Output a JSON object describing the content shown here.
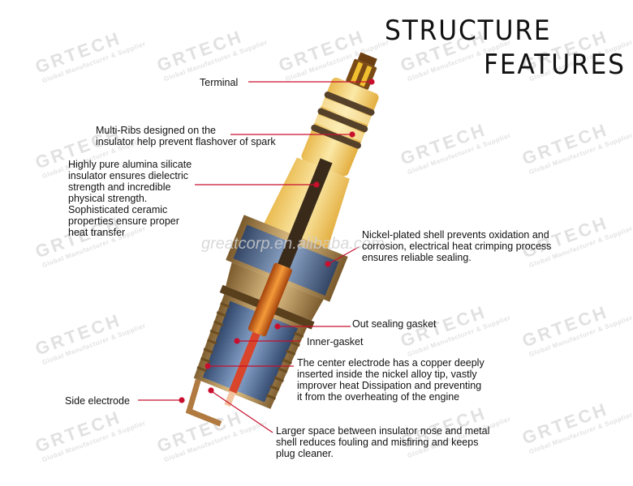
{
  "title": {
    "line1": "STRUCTURE",
    "line2": "FEATURES"
  },
  "watermark": {
    "brand": "GRTECH",
    "tagline": "Global Manufacturer & Supplier",
    "site": "greatcorp.en.alibaba.com"
  },
  "labels": {
    "terminal": "Terminal",
    "ribs": "Multi-Ribs designed on the\ninsulator help prevent flashover of spark",
    "insulator": "Highly pure alumina silicate\ninsulator ensures dielectric\nstrength and incredible\nphysical strength.\nSophisticated ceramic\nproperties ensure proper\nheat transfer",
    "shell": "Nickel-plated shell prevents oxidation and\ncorrosion, electrical heat crimping process\nensures reliable sealing.",
    "out_gasket": "Out sealing gasket",
    "inner_gasket": "Inner-gasket",
    "center_electrode": "The center electrode has a copper deeply\ninserted inside the nickel alloy tip, vastly\nimprover heat  Dissipation and preventing\nit from the overheating of the engine",
    "side_electrode": "Side electrode",
    "insulator_nose": "Larger space between insulator nose and metal\nshell reduces fouling and misfiring and keeps\nplug cleaner."
  },
  "colors": {
    "leader": "#c8102e",
    "insulator": "#f2d37a",
    "shell": "#b98a4a",
    "copper": "#e0741c",
    "inner_blue": "#3a5f9a"
  }
}
